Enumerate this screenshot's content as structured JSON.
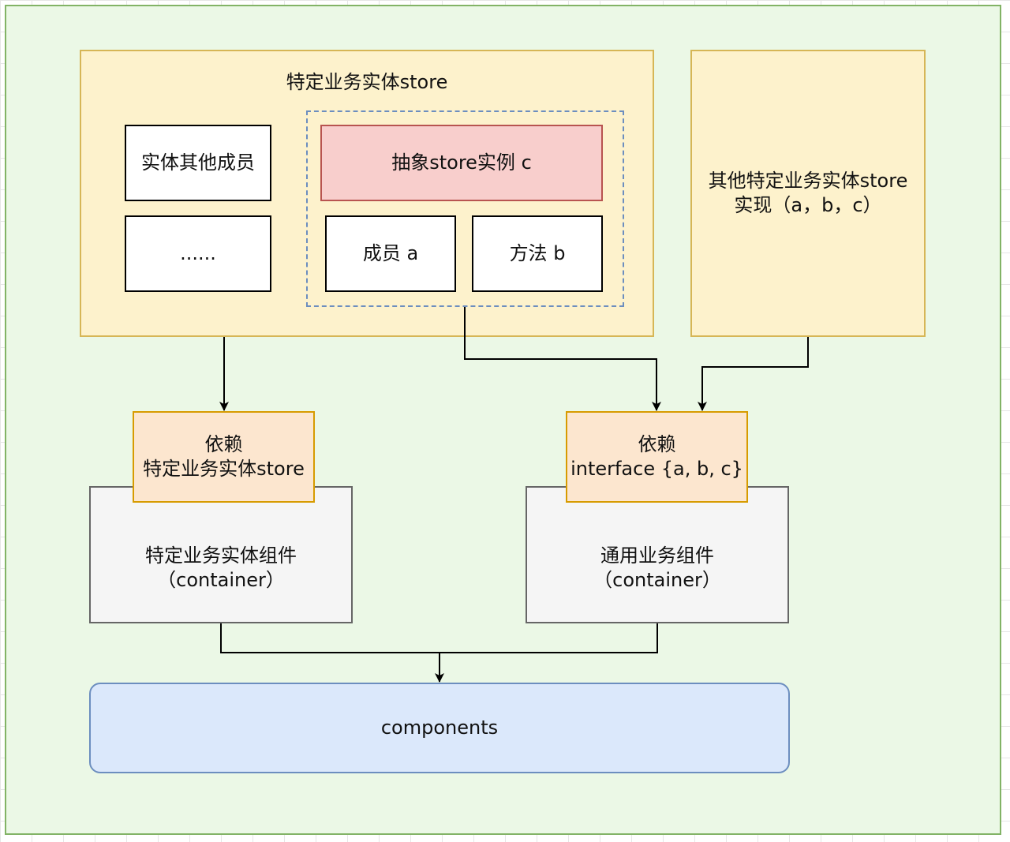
{
  "diagram": {
    "store_left_title": "特定业务实体store",
    "entity_other_members": "实体其他成员",
    "ellipsis": "......",
    "abstract_store_instance": "抽象store实例 c",
    "member_a": "成员 a",
    "method_b": "方法 b",
    "other_store_impl": "其他特定业务实体store\n实现（a，b，c）",
    "depends_specific_store": "依赖\n特定业务实体store",
    "specific_container": "特定业务实体组件\n（container）",
    "depends_interface": "依赖\ninterface {a, b, c}",
    "generic_container": "通用业务组件\n（container）",
    "components": "components"
  },
  "colors": {
    "background_group": "#ebf8e6",
    "store_fill": "#fdf2cc",
    "abstract_fill": "#f8cecc",
    "dependency_fill": "#fce6cf",
    "container_fill": "#f5f5f5",
    "components_fill": "#dbe8fb"
  }
}
